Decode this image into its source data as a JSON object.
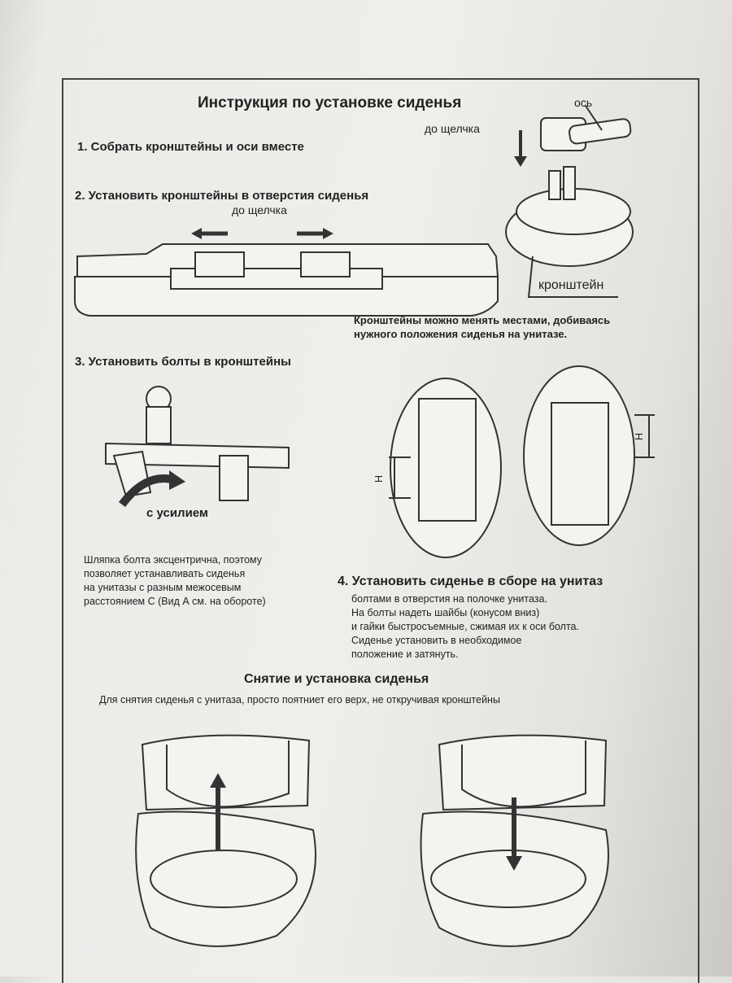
{
  "title": "Инструкция по установке сиденья",
  "steps": {
    "s1": "1. Собрать кронштейны и оси вместе",
    "s2": "2. Установить кронштейны в отверстия сиденья",
    "s3": "3. Установить болты в кронштейны",
    "s4": "4. Установить сиденье в сборе на унитаз"
  },
  "labels": {
    "click_1": "до щелчка",
    "click_2": "до щелчка",
    "axis": "ось",
    "bracket": "кронштейн",
    "force": "с усилием",
    "h_left": "H",
    "h_right": "H"
  },
  "notes": {
    "bracket_note": [
      "Кронштейны можно менять местами, добиваясь",
      "нужного положения сиденья на унитазе."
    ],
    "bolt_note": [
      "Шляпка болта эксцентрична, поэтому",
      "позволяет устанавливать сиденья",
      "на унитазы с разным межосевым",
      "расстоянием С (Вид А см. на обороте)"
    ],
    "step4_text": [
      "болтами в отверстия на полочке унитаза.",
      "На болты  надеть  шайбы  (конусом вниз)",
      "и  гайки быстросъемные, сжимая их к оси болта.",
      "Сиденье установить в необходимое",
      "положение  и затянуть."
    ]
  },
  "removal": {
    "heading": "Снятие и установка сиденья",
    "text": "Для снятия сиденья с унитаза, просто поятниет его верх, не откручивая кронштейны"
  }
}
